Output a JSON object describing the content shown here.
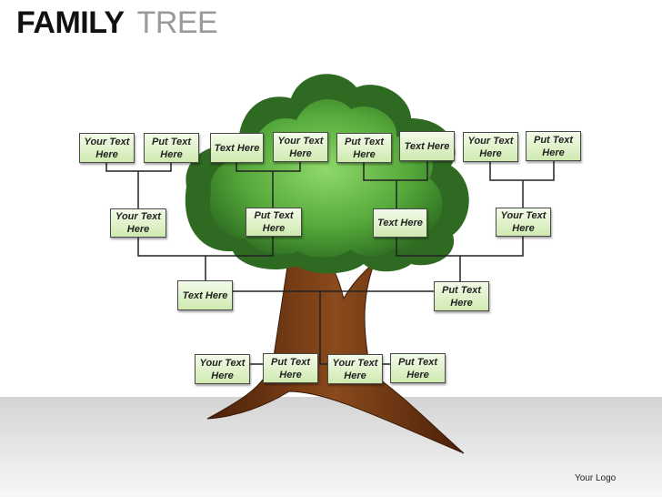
{
  "title": {
    "word1": "FAMILY",
    "word2": "TREE"
  },
  "logo": "Your Logo",
  "colors": {
    "box_fill": "#dcefc6",
    "box_border": "#4a4a4a",
    "foliage": "#3f8f2a",
    "trunk": "#6b3410",
    "connector": "#222222"
  },
  "boxes": [
    "Your Text Here",
    "Put Text Here",
    "Text Here",
    "Your Text Here",
    "Put Text Here",
    "Text Here",
    "Your Text Here",
    "Put Text Here",
    "Your Text Here",
    "Put Text Here",
    "Text Here",
    "Your Text Here",
    "Text Here",
    "Put Text Here",
    "Your Text Here",
    "Put Text Here",
    "Your Text Here",
    "Put Text Here"
  ]
}
